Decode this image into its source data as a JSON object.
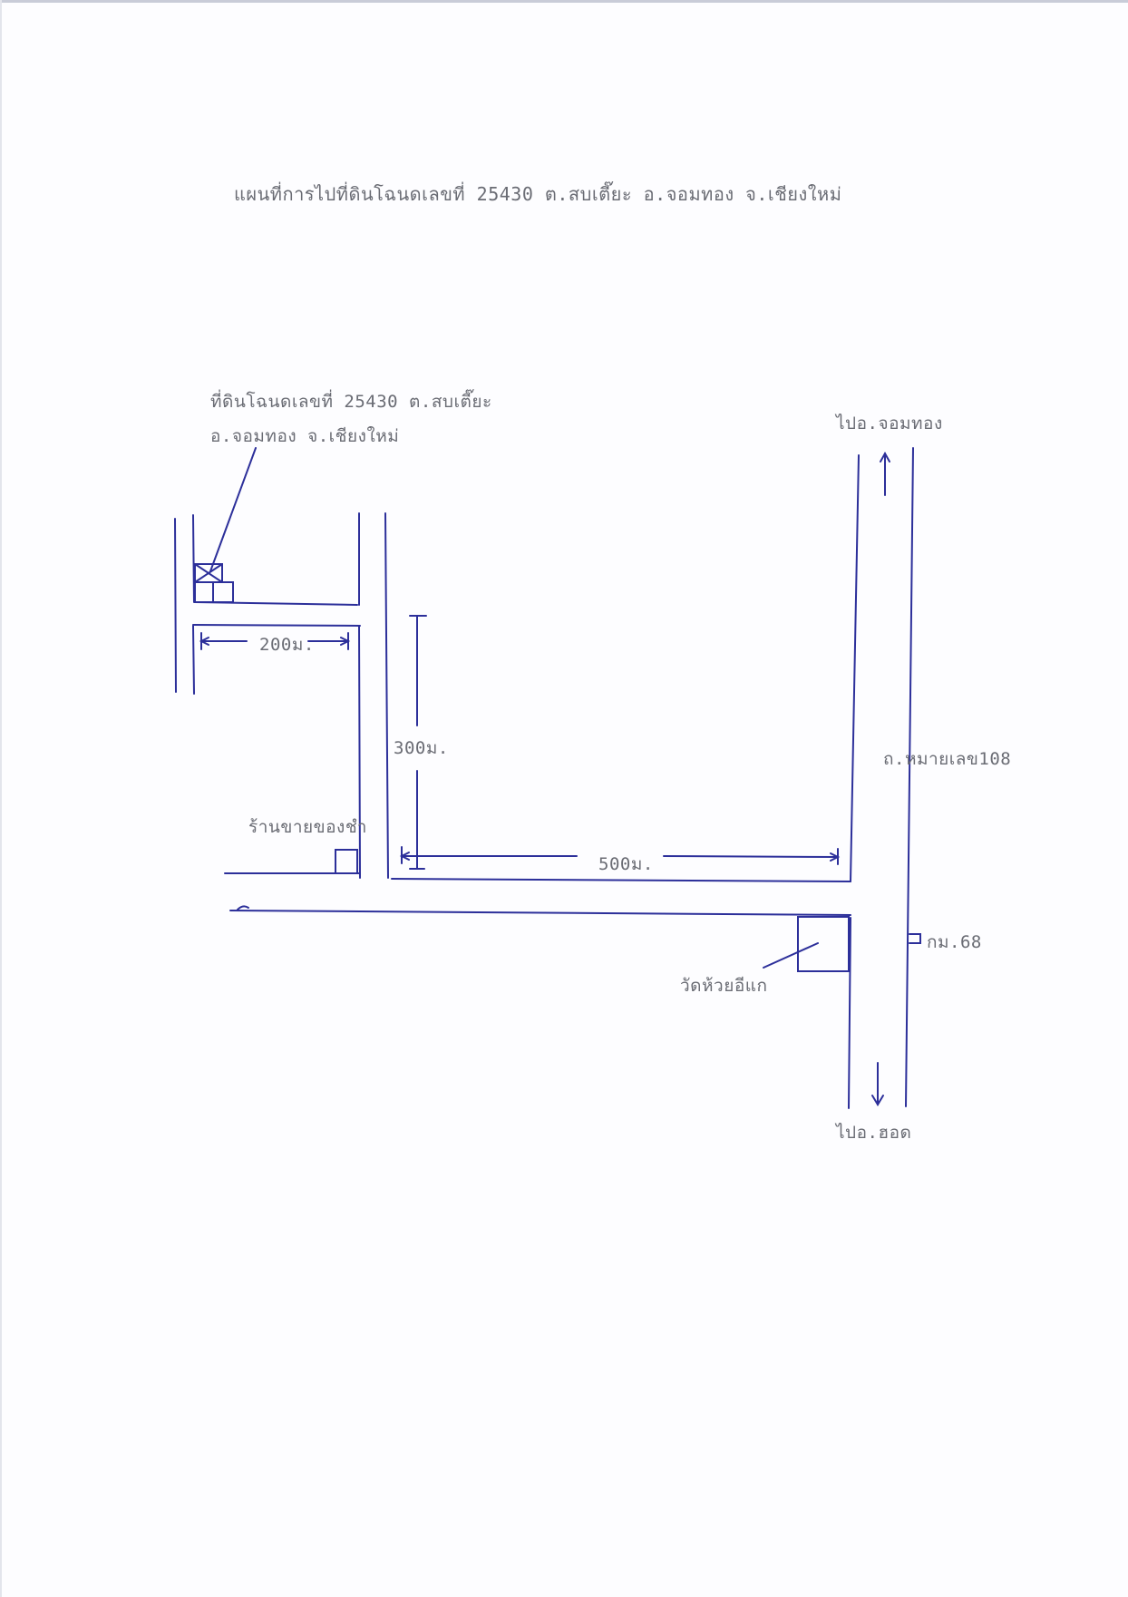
{
  "title": "แผนที่การไปที่ดินโฉนดเลขที่ 25430 ต.สบเตี๊ยะ อ.จอมทอง จ.เชียงใหม่",
  "parcel_label": {
    "line1": "ที่ดินโฉนดเลขที่ 25430 ต.สบเตี๊ยะ",
    "line2": "อ.จอมทอง จ.เชียงใหม่"
  },
  "directions": {
    "north": "ไปอ.จอมทอง",
    "south": "ไปอ.ฮอด"
  },
  "highway_label": "ถ.หมายเลข108",
  "km_marker": "กม.68",
  "landmarks": {
    "temple": "วัดห้วยอีแก",
    "shop": "ร้านขายของชำ"
  },
  "distances": {
    "d200": "200ม.",
    "d300": "300ม.",
    "d500": "500ม."
  },
  "colors": {
    "ink": "#2c2f9a",
    "text": "#6a6c74"
  }
}
